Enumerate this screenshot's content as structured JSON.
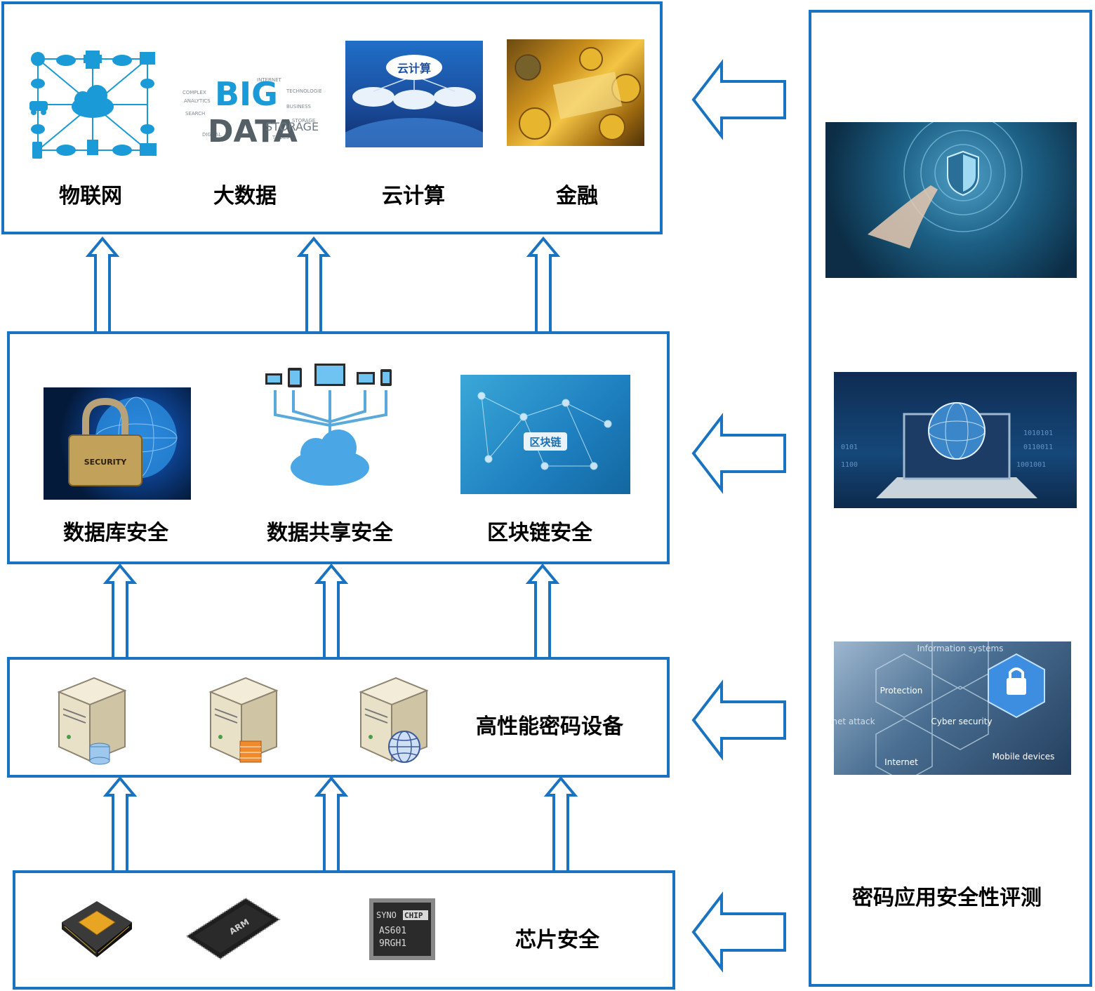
{
  "colors": {
    "frame": "#1a73c0",
    "arrow": "#1a73c0",
    "icon_blue": "#1a9ad6"
  },
  "layer_apps": {
    "items": [
      {
        "label": "物联网",
        "icon": "iot-network-icon"
      },
      {
        "label": "大数据",
        "icon": "big-data-word-cloud-image",
        "image_text_top": "BIG",
        "image_text_bottom": "DATA"
      },
      {
        "label": "云计算",
        "icon": "cloud-computing-image",
        "image_text": "云计算"
      },
      {
        "label": "金融",
        "icon": "finance-coins-image"
      }
    ]
  },
  "layer_data": {
    "items": [
      {
        "label": "数据库安全",
        "icon": "security-lock-globe-image",
        "image_text": "SECURITY"
      },
      {
        "label": "数据共享安全",
        "icon": "devices-cloud-sharing-icon"
      },
      {
        "label": "区块链安全",
        "icon": "blockchain-network-image",
        "image_text": "区块链"
      }
    ]
  },
  "layer_devices": {
    "label": "高性能密码设备",
    "icons": [
      "server-database-icon",
      "server-firewall-icon",
      "server-globe-icon"
    ]
  },
  "layer_chips": {
    "label": "芯片安全",
    "icons": [
      "cpu-chip-icon",
      "arm-chip-icon",
      "synochip-chip-icon"
    ],
    "chip2_text": "ARM",
    "chip3_text": {
      "brand": "SYNO",
      "brand_highlight": "CHIP",
      "line1": "AS601",
      "line2": "9RGH1"
    }
  },
  "evaluation": {
    "label": "密码应用安全性评测",
    "images": [
      {
        "icon": "shield-touch-image"
      },
      {
        "icon": "laptop-globe-image"
      },
      {
        "icon": "hexagon-lock-image",
        "texts": [
          "Information systems",
          "Protection",
          "Cyber security",
          "Internet",
          "Mobile devices",
          "Internet attack"
        ]
      }
    ]
  }
}
